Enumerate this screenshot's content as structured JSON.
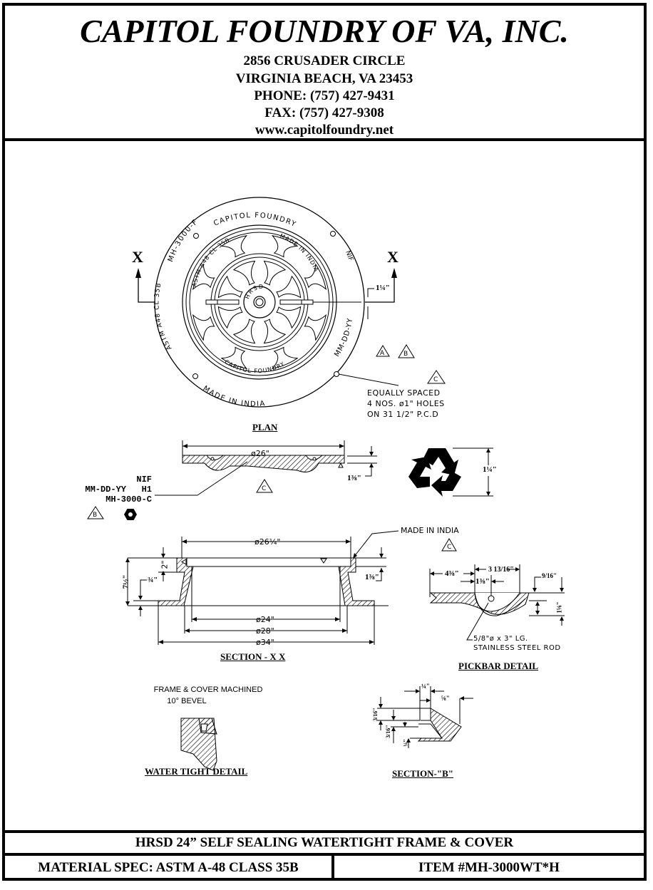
{
  "header": {
    "company": "CAPITOL FOUNDRY OF VA, INC.",
    "address_line1": "2856 CRUSADER CIRCLE",
    "address_line2": "VIRGINIA BEACH, VA 23453",
    "phone": "PHONE: (757) 427-9431",
    "fax": "FAX: (757) 427-9308",
    "website": "www.capitolfoundry.net"
  },
  "plan": {
    "caption": "PLAN",
    "section_marker_left": "X",
    "section_marker_right": "X",
    "rim_text_top": "CAPITOL FOUNDRY",
    "rim_text_left_top": "MH-3000-F",
    "rim_text_left": "ASTM A48 CL 35B",
    "rim_text_bottom": "MADE IN INDIA",
    "rim_text_right_top": "NIF",
    "rim_text_right": "MM-DD-YY",
    "lid_text_top_left": "ASTM A48 CL 35B",
    "lid_text_top_right": "MADE IN INDIA",
    "lid_text_bottom": "CAPITOL FOUNDRY",
    "hub_text": "HRSD",
    "dim_slot": "1¼\"",
    "dim_slot_small": "1",
    "callouts": [
      "A",
      "B",
      "C"
    ],
    "hole_note": [
      "EQUALLY SPACED",
      "4 NOS. ø1\" HOLES",
      "ON 31 1/2\" P.C.D"
    ]
  },
  "cover_section": {
    "dim_diameter": "ø26\"",
    "dim_thickness": "1⅜\"",
    "callout": "C",
    "marking_lines": [
      "NIF",
      "MM-DD-YY   H1",
      "MH-3000-C"
    ],
    "marking_callout": "B"
  },
  "recycle": {
    "icon": "recycle-icon",
    "dim_height": "1¼\""
  },
  "section_xx": {
    "caption": "SECTION  -  X X",
    "dim_top": "ø26¼\"",
    "dim_24": "ø24\"",
    "dim_28": "ø28\"",
    "dim_34": "ø34\"",
    "dim_height": "7½\"",
    "dim_2": "2\"",
    "dim_flange": "¾\"",
    "dim_right": "1⅜\"",
    "made_in_india": "MADE IN INDIA",
    "callout": "C"
  },
  "pickbar": {
    "caption": "PICKBAR  DETAIL",
    "dim_a": "4⅜\"",
    "dim_b": "3 13/16\"",
    "dim_c": "1⅜\"",
    "dim_d": "9/16\"",
    "dim_e": "1⅝\"",
    "rod_note": [
      "5/8\"ø x 3\" LG.",
      "STAINLESS STEEL ROD"
    ]
  },
  "water_tight": {
    "caption": "WATER  TIGHT  DETAIL",
    "note_line1": "FRAME & COVER MACHINED",
    "note_line2": "10° BEVEL"
  },
  "section_b": {
    "caption": "SECTION-\"B\"",
    "dim_top": "¼\"",
    "dim_right": "⅝\"",
    "dim_left": "3/16\"",
    "dim_mid": "3/16\"",
    "dim_bottom": "¼\""
  },
  "footer": {
    "title": "HRSD 24” SELF SEALING WATERTIGHT FRAME & COVER",
    "material_spec": "MATERIAL SPEC:  ASTM A-48 CLASS 35B",
    "item_number": "ITEM #MH-3000WT*H"
  }
}
